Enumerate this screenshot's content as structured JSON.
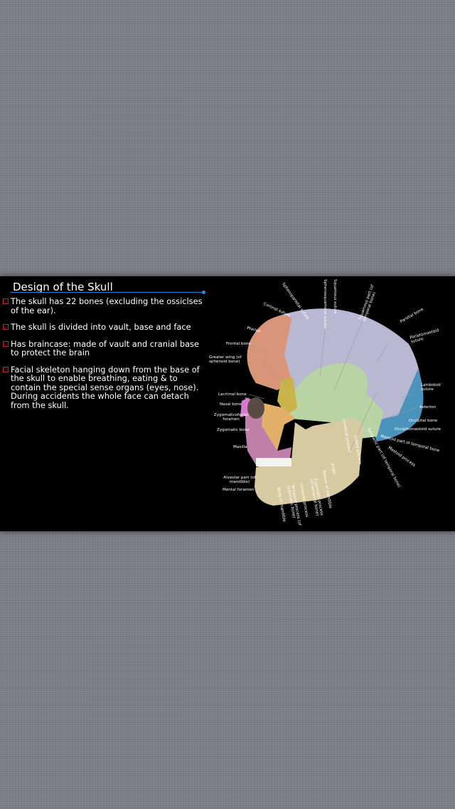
{
  "slide": {
    "title": "Design of the Skull",
    "bullets": [
      "The skull has 22 bones (excluding the ossiclses of the ear).",
      "The skull is divided into vault, base and face",
      "Has braincase: made of vault and cranial base to protect the brain",
      "Facial skeleton hanging down from the base of the skull to enable breathing, eating & to contain the special sense organs (eyes, nose). During accidents the whole face can detach from the skull."
    ]
  },
  "diagram": {
    "labels": {
      "coronal_suture": "Coronal suture",
      "sphenoparietal_suture": "Sphenoparietal suture",
      "sphenosquamous_suture": "Sphenosquamous suture",
      "squamous_suture": "Squamous suture",
      "squamous_part": "Squamous part (of temporal bone)",
      "parietal_bone": "Parietal bone",
      "parietomastoid_suture": "Parietomastoid suture",
      "pterion": "Pterion",
      "frontal_bone": "Frontal bone",
      "greater_wing": "Greater wing (of sphenoid bone)",
      "lambdoid_suture": "Lambdoid suture",
      "lacrimal_bone": "Lacrimal bone",
      "nasal_bone": "Nasal bone",
      "asterion": "Asterion",
      "zygomaticofacial_foramen": "Zygomaticofacial foramen",
      "occipital_bone": "Occipital bone",
      "zygomatic_bone": "Zygomatic bone",
      "occipitomastoid_suture": "Occipitomastoid suture",
      "mastoid_part": "Mastoid part of temporal bone",
      "maxilla": "Maxilla",
      "condylar_process": "Condylar process",
      "styloid_process": "Styloid process",
      "tympanic_part": "Tympanic part (of temporal bone)",
      "mastoid_process": "Mastoid process",
      "alveolar_part": "Alveolar part (of mandible)",
      "mental_foramen": "Mental foramen",
      "angle": "Angle",
      "ramus": "Ramus of mandible",
      "zygomatic_process": "Zygomatic process (of temporal bone)",
      "coronoid_process": "Coronoid process",
      "temporal_process": "Temporal process (of zygomatic bone)",
      "body_of_mandible": "Body of mandible"
    },
    "colors": {
      "frontal": "#d9957a",
      "parietal": "#b9b8d2",
      "temporal": "#b8d4a4",
      "occipital": "#4a93bd",
      "sphenoid": "#c9b24a",
      "zygomatic": "#e3b06a",
      "maxilla": "#c07fa8",
      "mandible": "#d8caa0",
      "nasal": "#d67ad0"
    }
  }
}
